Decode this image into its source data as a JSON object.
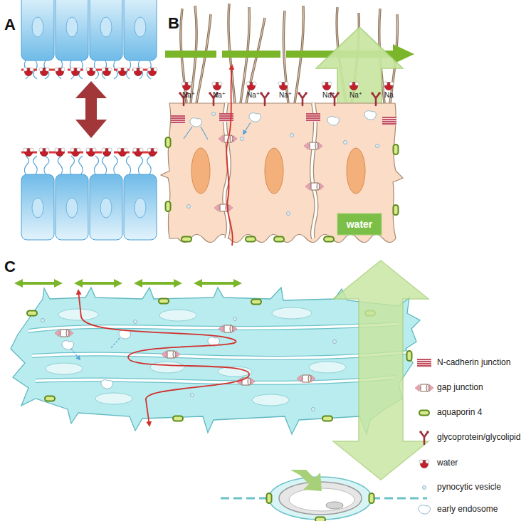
{
  "diagram": {
    "labels": [
      "A",
      "B",
      "Na⁺",
      "Na⁺",
      "Na⁺",
      "Na⁺",
      "Na⁺",
      "Na⁺",
      "Na",
      "water",
      "C"
    ],
    "legend": [
      {
        "text": "N-cadherin junction"
      },
      {
        "text": "gap junction"
      },
      {
        "text": "aquaporin 4"
      },
      {
        "text": "glycoprotein/glycolipid"
      },
      {
        "text": "water"
      },
      {
        "text": "pynocytic vesicle"
      },
      {
        "text": "early endosome"
      }
    ]
  }
}
